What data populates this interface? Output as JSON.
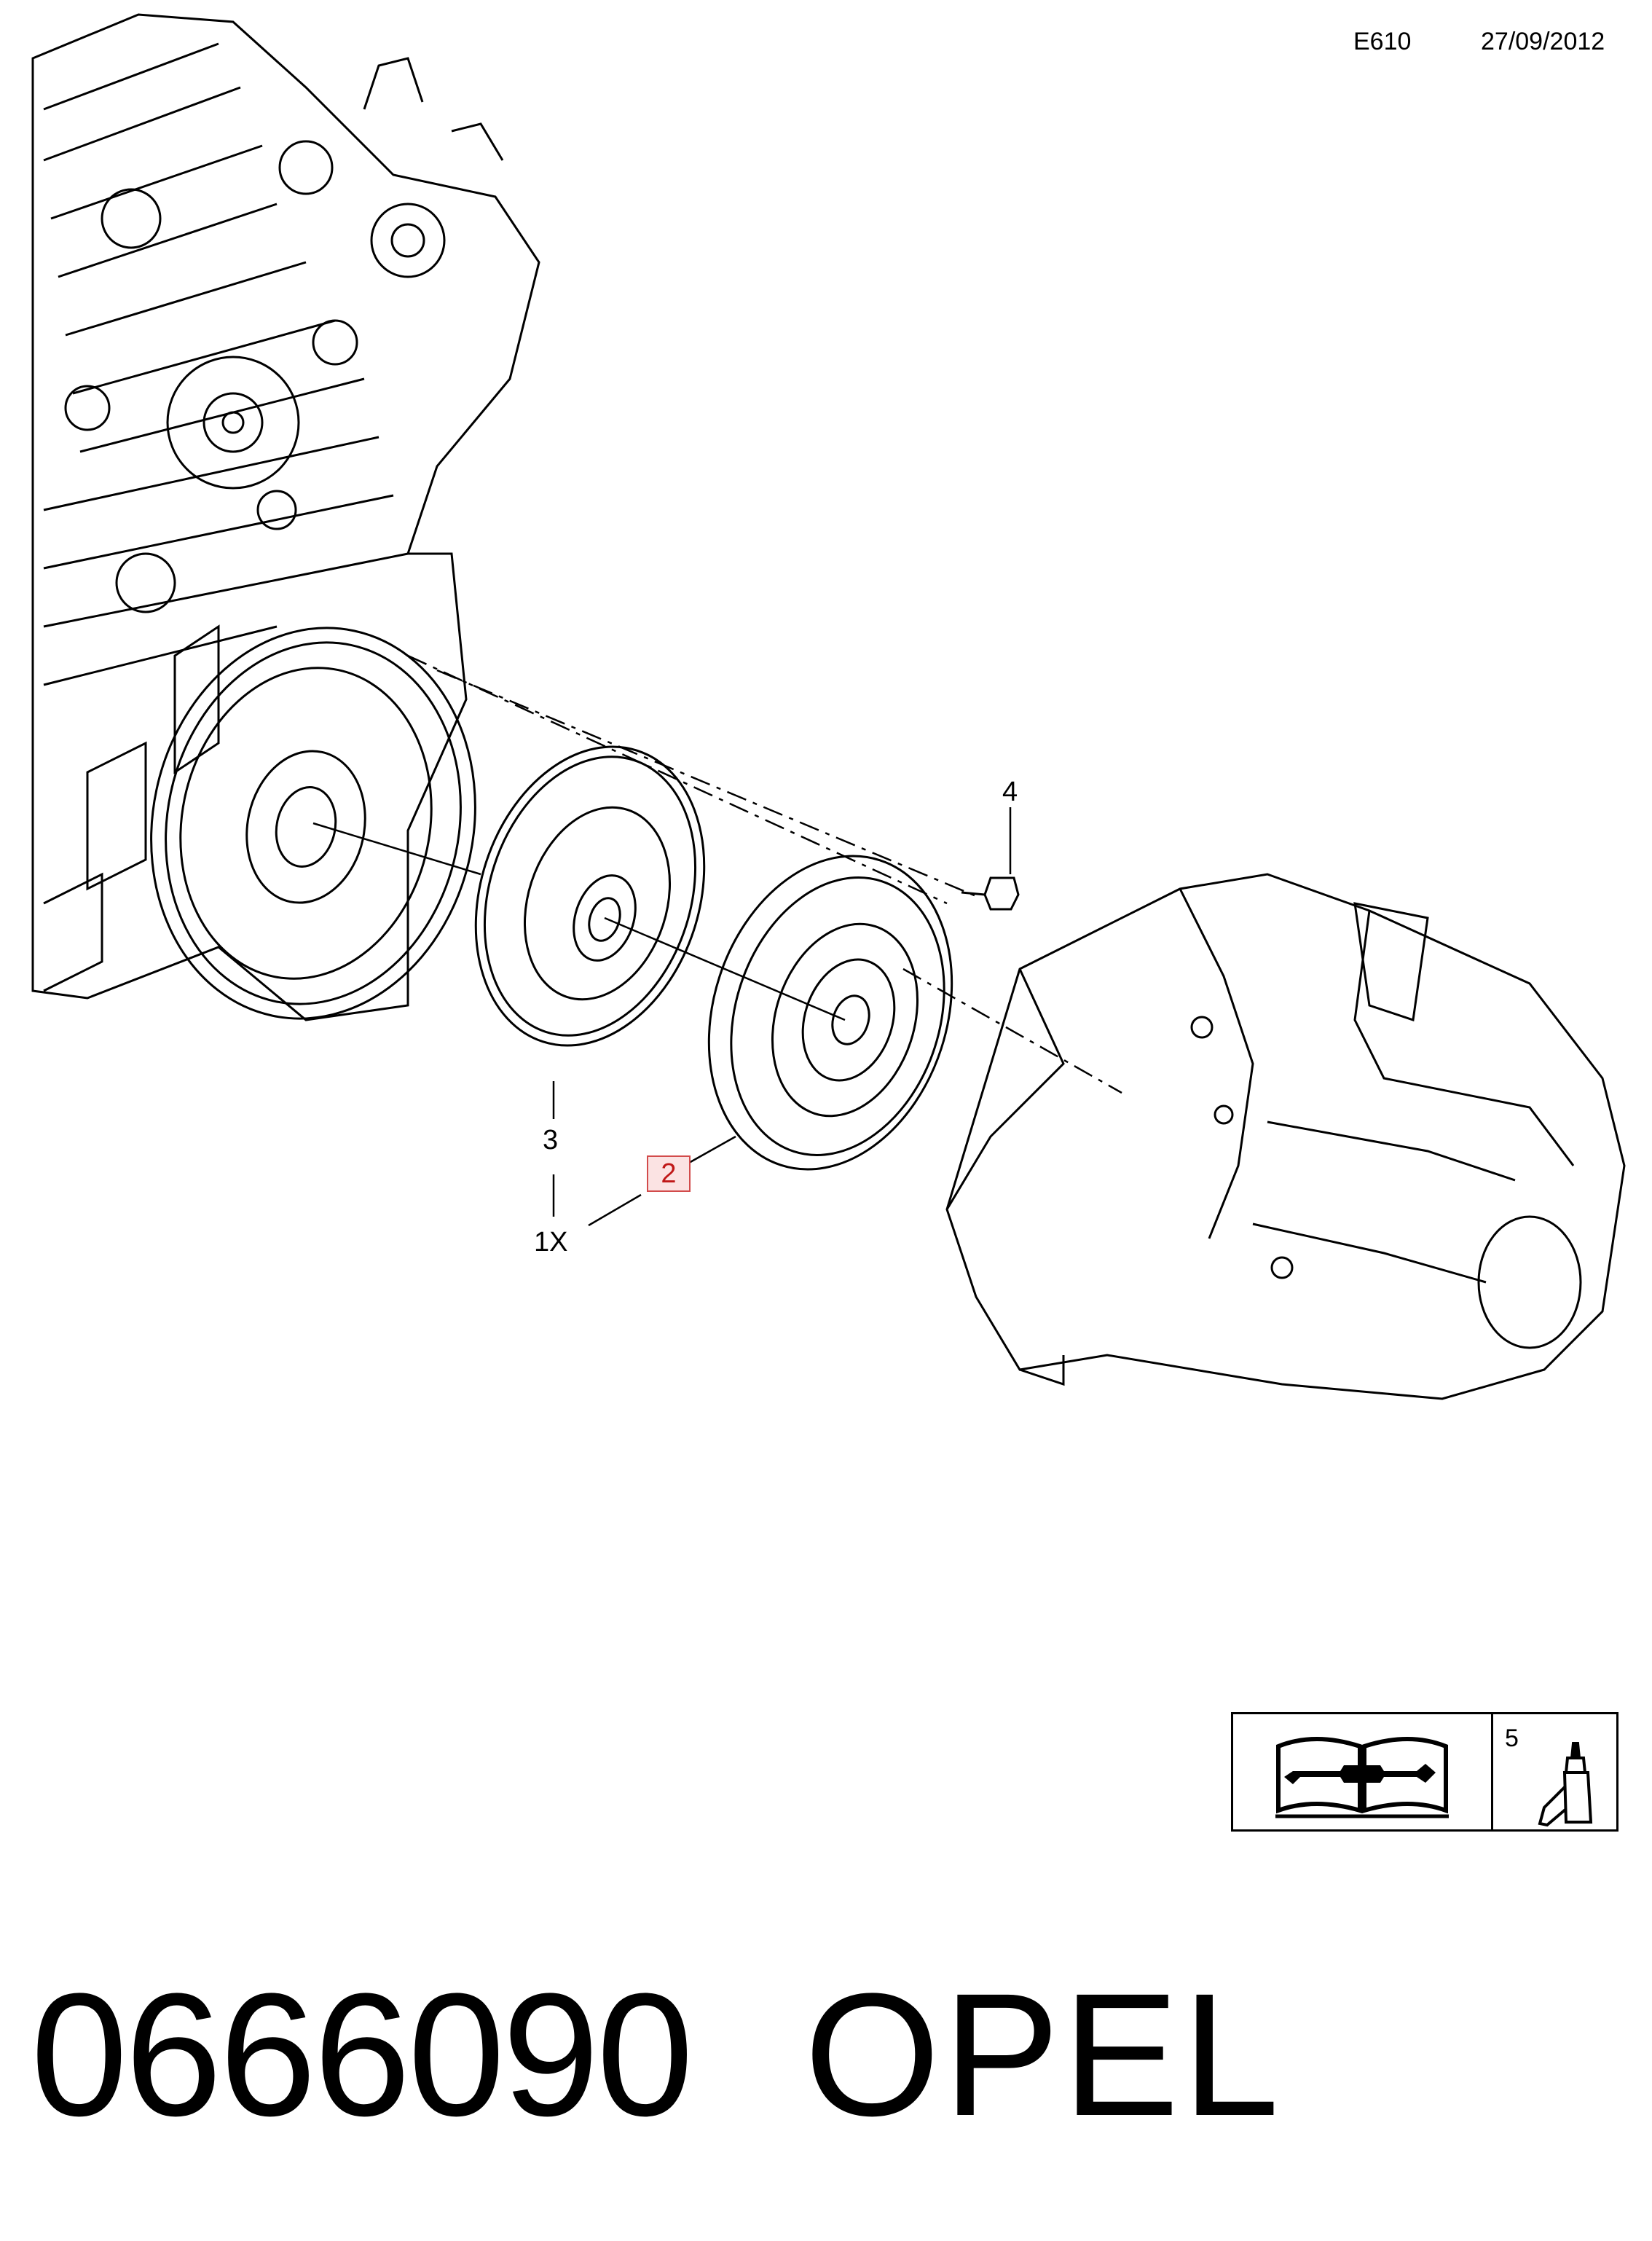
{
  "header": {
    "code": "E610",
    "date": "27/09/2012"
  },
  "callouts": {
    "c4": "4",
    "c3": "3",
    "c2": "2",
    "c1x": "1X"
  },
  "tool_box": {
    "icon1": "repair-manual-wrench-icon",
    "number": "5",
    "icon2": "adhesive-tube-icon"
  },
  "footer": {
    "part_number": "0666090",
    "brand": "OPEL"
  },
  "colors": {
    "highlight_fill": "#fbe3e3",
    "highlight_border": "#d24b4b",
    "highlight_text": "#c01818"
  }
}
